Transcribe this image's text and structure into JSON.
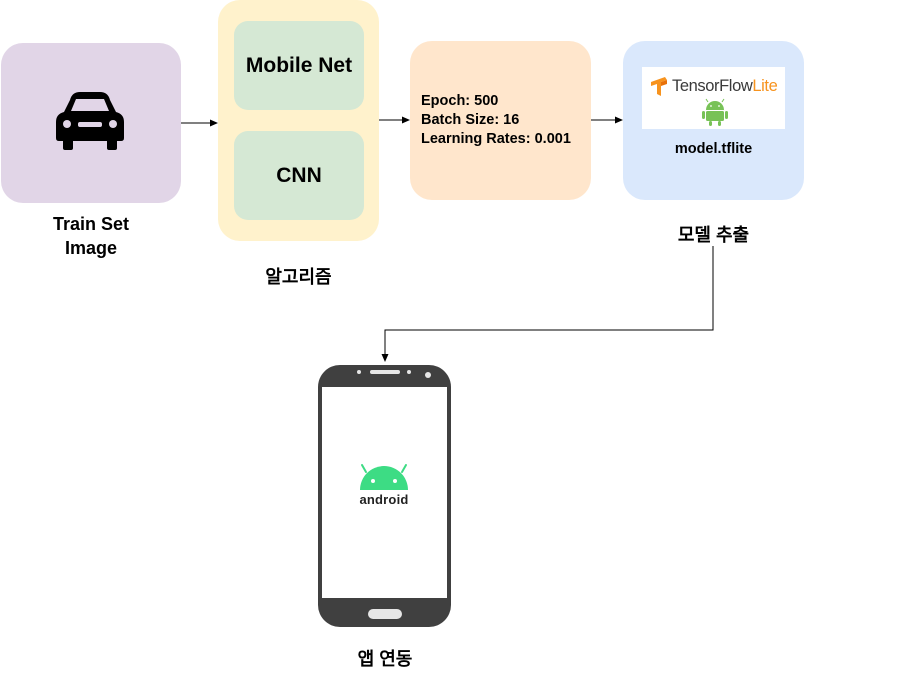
{
  "nodes": {
    "train_label": [
      "Train Set",
      "Image"
    ],
    "mobilenet": "Mobile Net",
    "cnn": "CNN",
    "algorithm_label": "알고리즘",
    "params": [
      "Epoch: 500",
      "Batch Size: 16",
      "Learning Rates: 0.001"
    ],
    "tflite_logo_text": [
      "TensorFlow",
      "Lite"
    ],
    "model_file": "model.tflite",
    "model_export_label": "모델 추출",
    "android_text": "android",
    "app_link_label": "앱 연동"
  },
  "colors": {
    "train_fill": "#e1d5e7",
    "algorithm_fill": "#fff2cc",
    "inner_fill": "#d5e8d4",
    "params_fill": "#ffe6cc",
    "model_fill": "#dae8fc",
    "tflite_orange": "#f7931e",
    "android_green": "#3ddc84",
    "phone_body": "#404040"
  },
  "icons": [
    "car-icon",
    "tensorflow-logo-icon",
    "android-robot-icon",
    "smartphone-icon",
    "android-logo-icon"
  ]
}
